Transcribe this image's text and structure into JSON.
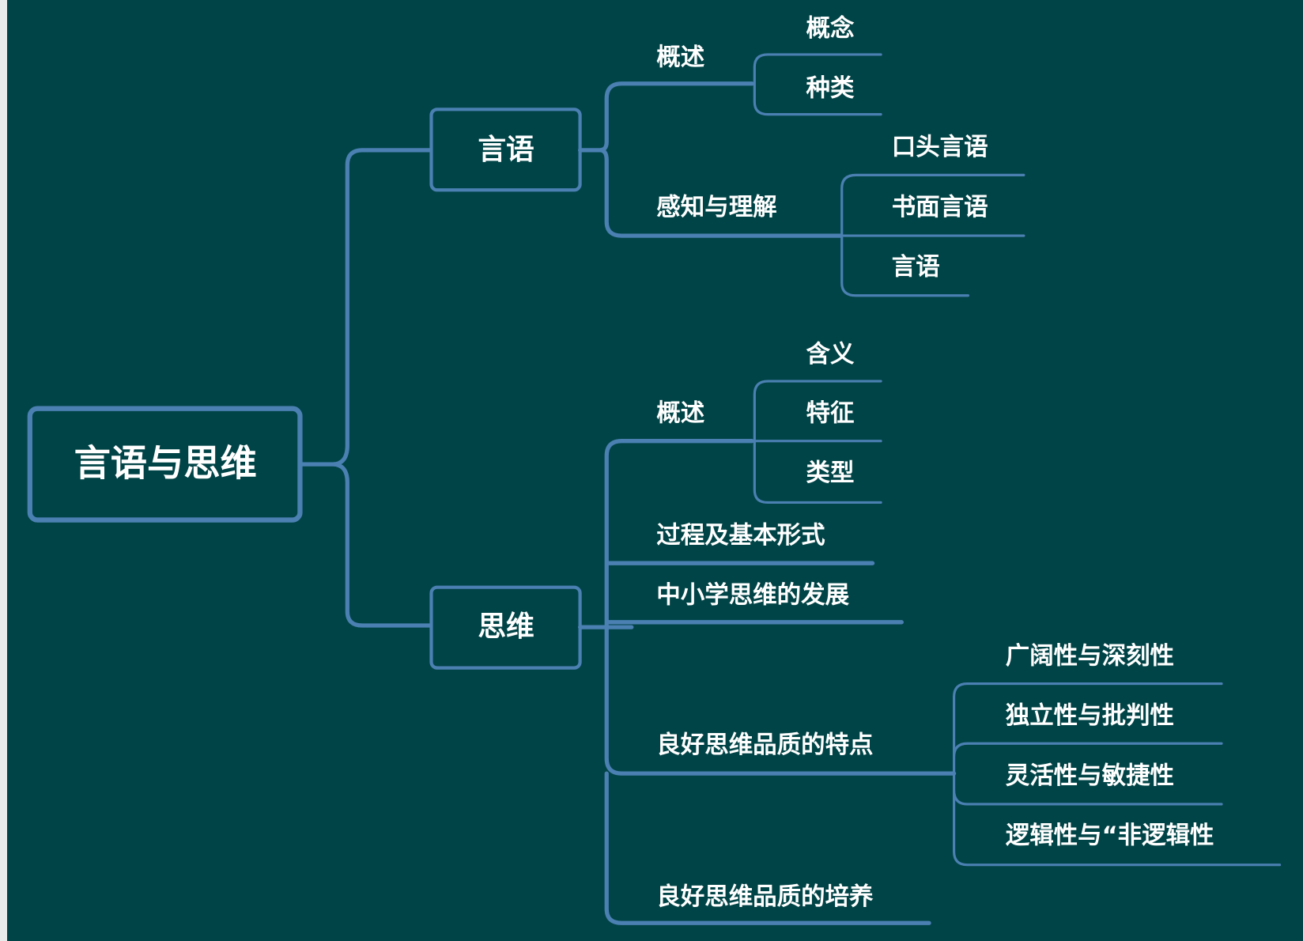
{
  "root": "言语与思维",
  "branches": {
    "speech": {
      "label": "言语",
      "overview": {
        "label": "概述",
        "children": [
          "概念",
          "种类"
        ]
      },
      "perception": {
        "label": "感知与理解",
        "children": [
          "口头言语",
          "书面言语",
          "言语"
        ]
      }
    },
    "thinking": {
      "label": "思维",
      "overview": {
        "label": "概述",
        "children": [
          "含义",
          "特征",
          "类型"
        ]
      },
      "process": "过程及基本形式",
      "development": "中小学思维的发展",
      "qualities": {
        "label": "良好思维品质的特点",
        "children": [
          "广阔性与深刻性",
          "独立性与批判性",
          "灵活性与敏捷性",
          "逻辑性与“非逻辑性"
        ]
      },
      "cultivation": "良好思维品质的培养"
    }
  },
  "colors": {
    "background": "#014447",
    "line": "#4a80b2",
    "text": "#ffffff"
  }
}
